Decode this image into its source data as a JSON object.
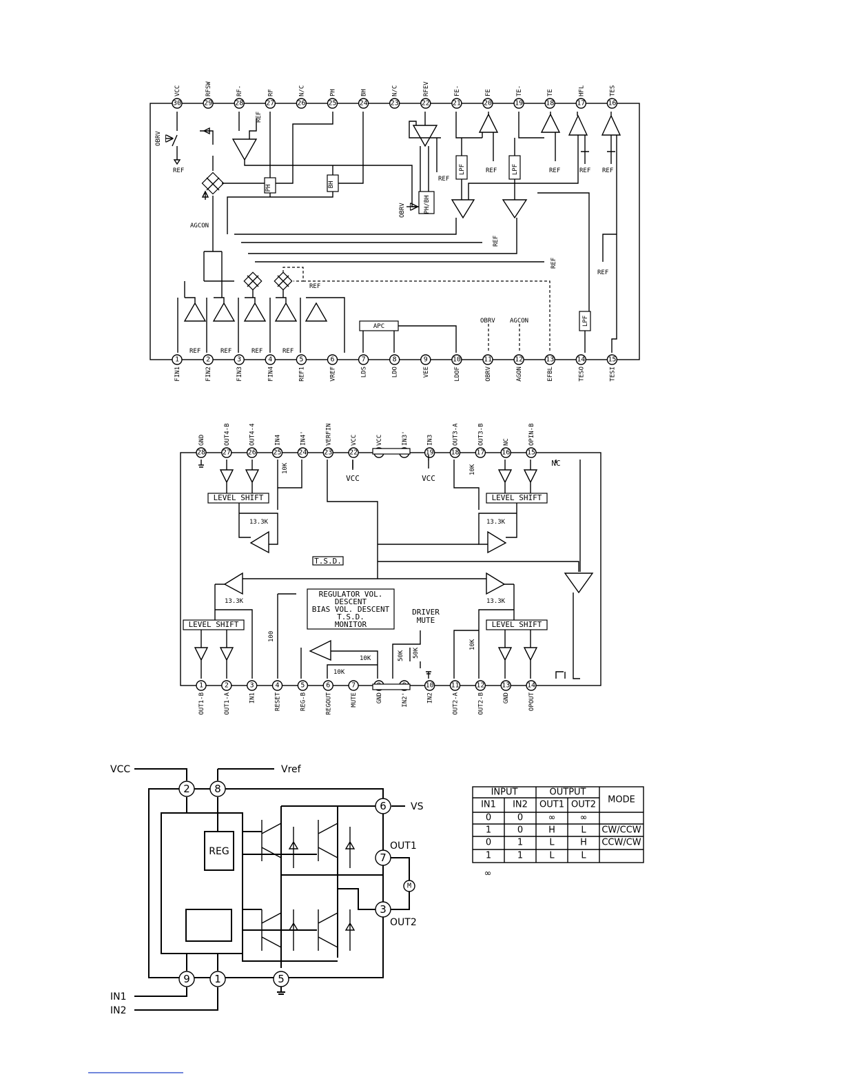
{
  "diagram1": {
    "top_pins": [
      {
        "n": "30",
        "label": "VCC"
      },
      {
        "n": "29",
        "label": "RFSW"
      },
      {
        "n": "28",
        "label": "RF-"
      },
      {
        "n": "27",
        "label": "RF"
      },
      {
        "n": "26",
        "label": "N/C"
      },
      {
        "n": "25",
        "label": "PH"
      },
      {
        "n": "24",
        "label": "BH"
      },
      {
        "n": "23",
        "label": "N/C"
      },
      {
        "n": "22",
        "label": "RFEV"
      },
      {
        "n": "21",
        "label": "FE-"
      },
      {
        "n": "20",
        "label": "FE"
      },
      {
        "n": "19",
        "label": "TE-"
      },
      {
        "n": "18",
        "label": "TE"
      },
      {
        "n": "17",
        "label": "HFL"
      },
      {
        "n": "16",
        "label": "TES"
      }
    ],
    "bottom_pins": [
      {
        "n": "1",
        "label": "FIN1"
      },
      {
        "n": "2",
        "label": "FIN2"
      },
      {
        "n": "3",
        "label": "FIN3"
      },
      {
        "n": "4",
        "label": "FIN4"
      },
      {
        "n": "5",
        "label": "REF1"
      },
      {
        "n": "6",
        "label": "VREF"
      },
      {
        "n": "7",
        "label": "LDS"
      },
      {
        "n": "8",
        "label": "LDO"
      },
      {
        "n": "9",
        "label": "VEE"
      },
      {
        "n": "10",
        "label": "LDOF"
      },
      {
        "n": "11",
        "label": "OBRV"
      },
      {
        "n": "12",
        "label": "AGON"
      },
      {
        "n": "13",
        "label": "EFBL"
      },
      {
        "n": "14",
        "label": "TESO"
      },
      {
        "n": "15",
        "label": "TESI"
      }
    ],
    "labels": {
      "ref": "REF",
      "obrv": "OBRV",
      "agcon": "AGCON",
      "apc": "APC",
      "ph": "PH",
      "bh": "BH",
      "lpf": "LPF",
      "ph_bh": "PH/BH"
    }
  },
  "diagram2": {
    "top_pins": [
      {
        "n": "28",
        "label": "GND"
      },
      {
        "n": "27",
        "label": "OUT4-B"
      },
      {
        "n": "26",
        "label": "OUT4-4"
      },
      {
        "n": "25",
        "label": "IN4"
      },
      {
        "n": "24",
        "label": "IN4'"
      },
      {
        "n": "23",
        "label": "VERFIN"
      },
      {
        "n": "22",
        "label": "VCC"
      },
      {
        "n": "21",
        "label": "VCC"
      },
      {
        "n": "20",
        "label": "IN3'"
      },
      {
        "n": "19",
        "label": "IN3"
      },
      {
        "n": "18",
        "label": "OUT3-A"
      },
      {
        "n": "17",
        "label": "OUT3-B"
      },
      {
        "n": "16",
        "label": "NC"
      },
      {
        "n": "15",
        "label": "OPIN-B"
      }
    ],
    "bottom_pins": [
      {
        "n": "1",
        "label": "OUT1-B"
      },
      {
        "n": "2",
        "label": "OUT1-A"
      },
      {
        "n": "3",
        "label": "IN1"
      },
      {
        "n": "4",
        "label": "RESET"
      },
      {
        "n": "5",
        "label": "REG-B"
      },
      {
        "n": "6",
        "label": "REGOUT"
      },
      {
        "n": "7",
        "label": "MUTE"
      },
      {
        "n": "8",
        "label": "GND"
      },
      {
        "n": "9",
        "label": "IN2'"
      },
      {
        "n": "10",
        "label": "IN2"
      },
      {
        "n": "11",
        "label": "OUT2-A"
      },
      {
        "n": "12",
        "label": "OUT2-B"
      },
      {
        "n": "13",
        "label": "GND"
      },
      {
        "n": "14",
        "label": "OPOUT"
      }
    ],
    "labels": {
      "level_shift": "LEVEL SHIFT",
      "r133": "13.3K",
      "r10k": "10K",
      "r50k": "50K",
      "r100": "100",
      "tsd": "T.S.D.",
      "vcc": "VCC",
      "nc": "NC",
      "driver_mute_1": "DRIVER",
      "driver_mute_2": "MUTE",
      "reg_1": "REGULATOR VOL.",
      "reg_2": "DESCENT",
      "reg_3": "BIAS VOL. DESCENT",
      "reg_4": "T.S.D.",
      "reg_5": "MONITOR"
    }
  },
  "diagram3": {
    "labels": {
      "vcc": "VCC",
      "vref": "Vref",
      "vs": "VS",
      "out1": "OUT1",
      "out2": "OUT2",
      "in1": "IN1",
      "in2": "IN2",
      "reg": "REG",
      "motor": "M"
    },
    "pins": [
      "2",
      "8",
      "6",
      "7",
      "3",
      "9",
      "1",
      "5"
    ]
  },
  "truth_table": {
    "h_input": "INPUT",
    "h_output": "OUTPUT",
    "h_mode": "MODE",
    "sub": [
      "IN1",
      "IN2",
      "OUT1",
      "OUT2"
    ],
    "rows": [
      [
        "0",
        "0",
        "∞",
        "∞",
        ""
      ],
      [
        "1",
        "0",
        "H",
        "L",
        "CW/CCW"
      ],
      [
        "0",
        "1",
        "L",
        "H",
        "CCW/CW"
      ],
      [
        "1",
        "1",
        "L",
        "L",
        ""
      ]
    ],
    "note": "∞"
  }
}
